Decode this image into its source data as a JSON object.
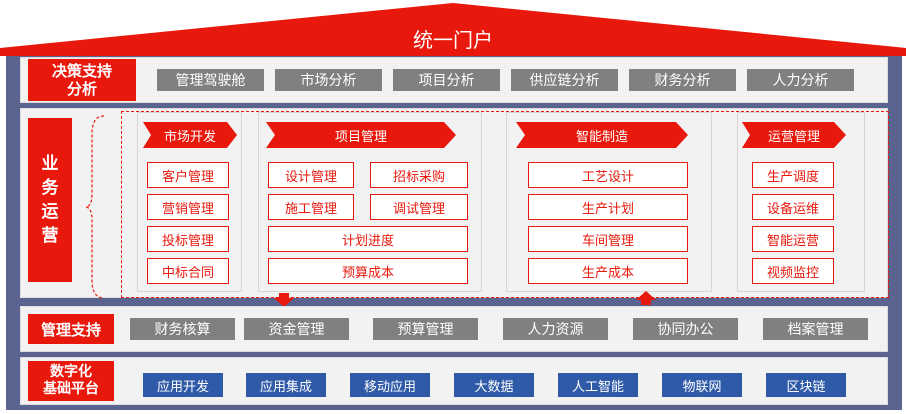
{
  "portal": {
    "title": "统一门户"
  },
  "decision": {
    "label": "决策支持\n分析",
    "items": [
      "管理驾驶舱",
      "市场分析",
      "项目分析",
      "供应链分析",
      "财务分析",
      "人力分析"
    ]
  },
  "business": {
    "label": "业\n务\n运\n营",
    "modules": [
      {
        "title": "市场开发",
        "items": [
          "客户管理",
          "营销管理",
          "投标管理",
          "中标合同"
        ]
      },
      {
        "title": "项目管理",
        "items": [
          "设计管理",
          "招标采购",
          "施工管理",
          "调试管理",
          "计划进度",
          "预算成本"
        ]
      },
      {
        "title": "智能制造",
        "items": [
          "工艺设计",
          "生产计划",
          "车间管理",
          "生产成本"
        ]
      },
      {
        "title": "运营管理",
        "items": [
          "生产调度",
          "设备运维",
          "智能运营",
          "视频监控"
        ]
      }
    ]
  },
  "management": {
    "label": "管理支持",
    "items": [
      "财务核算",
      "资金管理",
      "预算管理",
      "人力资源",
      "协同办公",
      "档案管理"
    ]
  },
  "platform": {
    "label": "数字化\n基础平台",
    "items": [
      "应用开发",
      "应用集成",
      "移动应用",
      "大数据",
      "人工智能",
      "物联网",
      "区块链"
    ]
  },
  "colors": {
    "accent": "#e8180c",
    "frame": "#5b6390",
    "gray": "#808080",
    "blue": "#2f5aa8"
  }
}
